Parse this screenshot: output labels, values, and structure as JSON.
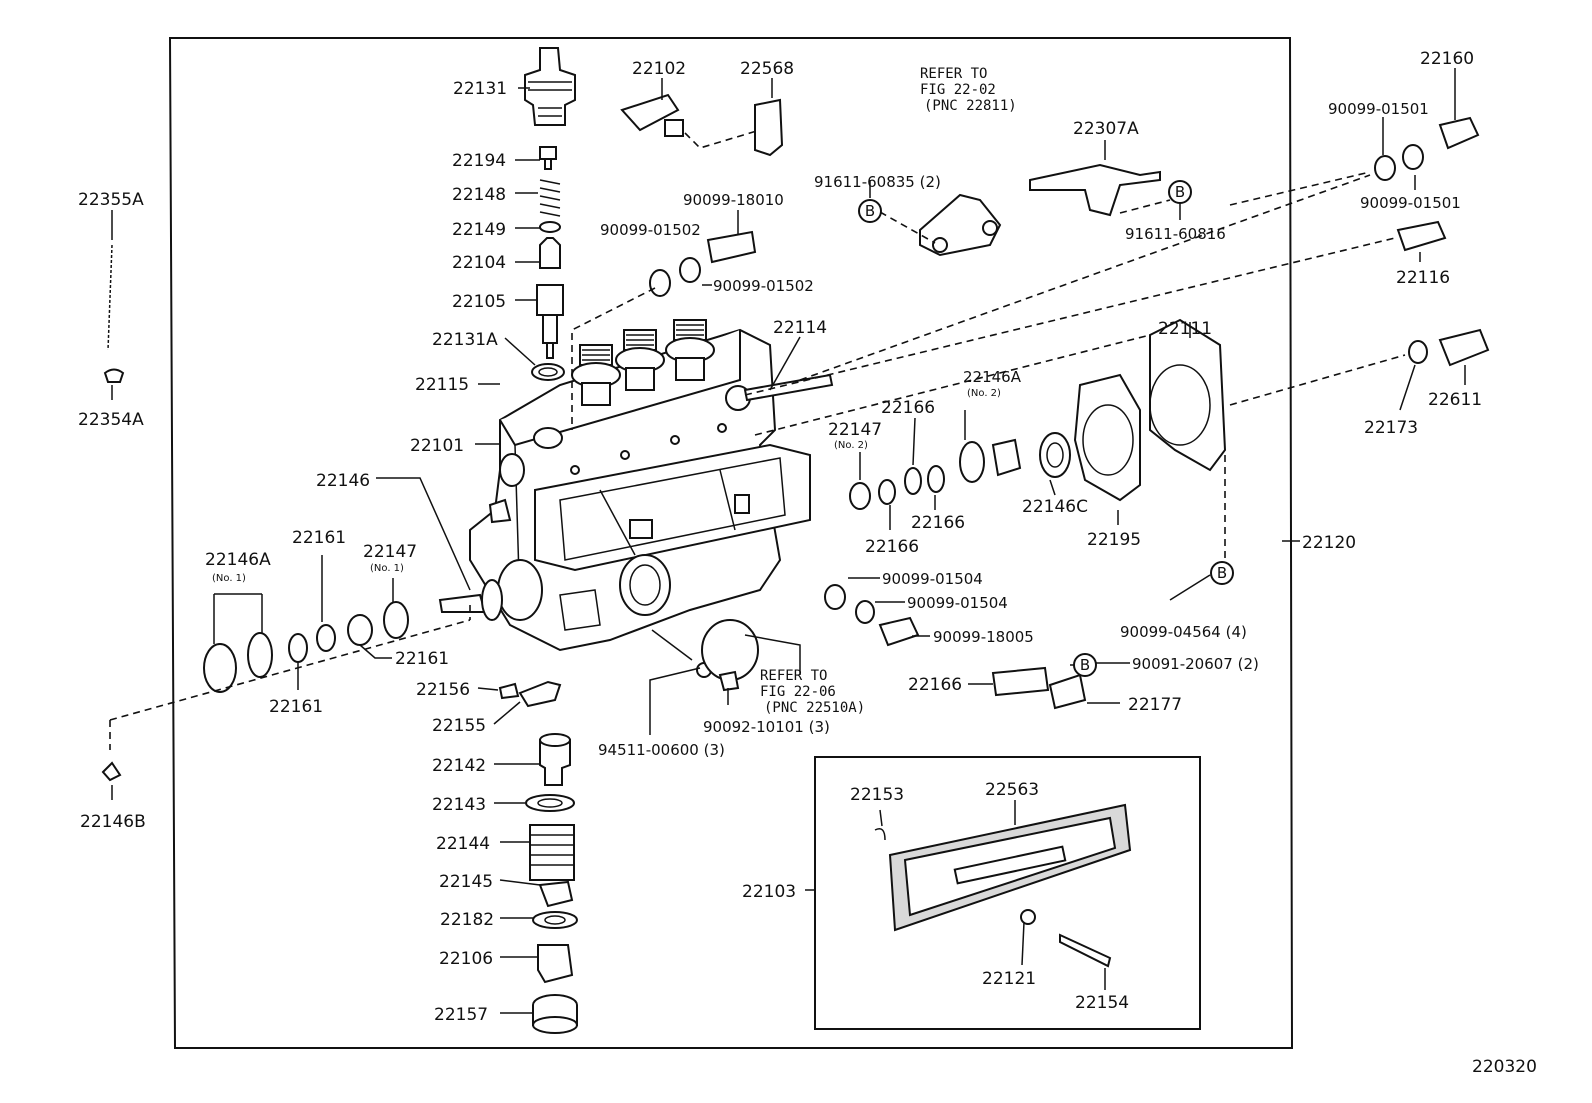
{
  "diagram_code": "220320",
  "labels": {
    "p22131": "22131",
    "p22194": "22194",
    "p22148": "22148",
    "p22149": "22149",
    "p22104": "22104",
    "p22105": "22105",
    "p22131A": "22131A",
    "p22115": "22115",
    "p22101": "22101",
    "p22146": "22146",
    "p22102": "22102",
    "p22568": "22568",
    "p90099_18010": "90099-18010",
    "p90099_01502a": "90099-01502",
    "p90099_01502b": "90099-01502",
    "p22114": "22114",
    "p91611_60835": "91611-60835 (2)",
    "p22307A": "22307A",
    "p91611_60816": "91611-60816",
    "p90099_01501a": "90099-01501",
    "p90099_01501b": "90099-01501",
    "p22160": "22160",
    "p22116": "22116",
    "p22111": "22111",
    "p22146A_2": "22146A",
    "no2a": "(No. 2)",
    "p22166a": "22166",
    "p22147_2": "22147",
    "no2b": "(No. 2)",
    "p22166b": "22166",
    "p22166c": "22166",
    "p22146C": "22146C",
    "p22195": "22195",
    "p22173": "22173",
    "p22611": "22611",
    "p22120": "22120",
    "p22355A": "22355A",
    "p22354A": "22354A",
    "p22146A_1": "22146A",
    "no1a": "(No. 1)",
    "p22161a": "22161",
    "p22147_1": "22147",
    "no1b": "(No. 1)",
    "p22161b": "22161",
    "p22161c": "22161",
    "p22146B": "22146B",
    "p90099_01504a": "90099-01504",
    "p90099_01504b": "90099-01504",
    "p90099_18005": "90099-18005",
    "p90099_04564": "90099-04564 (4)",
    "p90091_20607": "90091-20607 (2)",
    "p22166d": "22166",
    "p22177": "22177",
    "p22156": "22156",
    "p22155": "22155",
    "p22142": "22142",
    "p22143": "22143",
    "p22144": "22144",
    "p22145": "22145",
    "p22182": "22182",
    "p22106": "22106",
    "p22157": "22157",
    "p94511_00600": "94511-00600 (3)",
    "p90092_10101": "90092-10101 (3)",
    "p22103": "22103",
    "p22153": "22153",
    "p22563": "22563",
    "p22121": "22121",
    "p22154": "22154"
  },
  "notes": {
    "refer1": [
      "REFER TO",
      "FIG 22-02",
      "(PNC 22811)"
    ],
    "refer2": [
      "REFER TO",
      "FIG 22-06",
      "(PNC 22510A)"
    ]
  },
  "callout_letter": "B"
}
